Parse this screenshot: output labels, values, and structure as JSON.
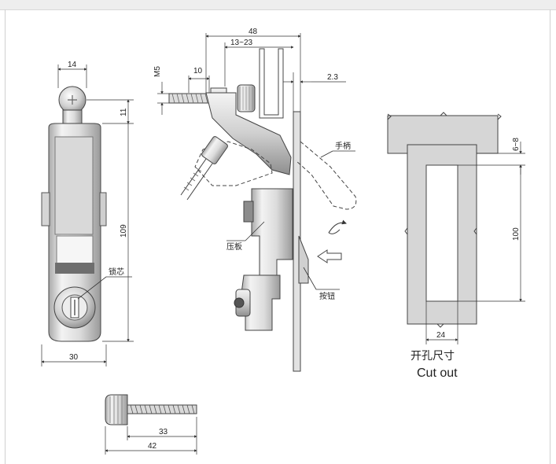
{
  "front_view": {
    "dim_top_width": "14",
    "dim_knob_height": "11",
    "dim_total_height": "109",
    "dim_bottom_width": "30",
    "label_lock_core": "锁芯"
  },
  "side_view": {
    "dim_total_depth": "48",
    "dim_panel_range": "13~23",
    "dim_screw_offset": "10",
    "dim_thread": "M5",
    "dim_plate": "2.3",
    "label_handle": "手柄",
    "label_pressure_plate": "压板",
    "label_button": "按钮"
  },
  "cutout": {
    "dim_gap": "6~8",
    "dim_height": "100",
    "dim_width": "24",
    "title_cn": "开孔尺寸",
    "title_en": "Cut out"
  },
  "screw_view": {
    "dim_thread_length": "33",
    "dim_total_length": "42"
  },
  "colors": {
    "line": "#333333",
    "metal_light": "#e9e9e9",
    "metal_mid": "#bdbdbd",
    "metal_dark": "#7a7a7a",
    "cutout_fill": "#d6d6d6"
  }
}
